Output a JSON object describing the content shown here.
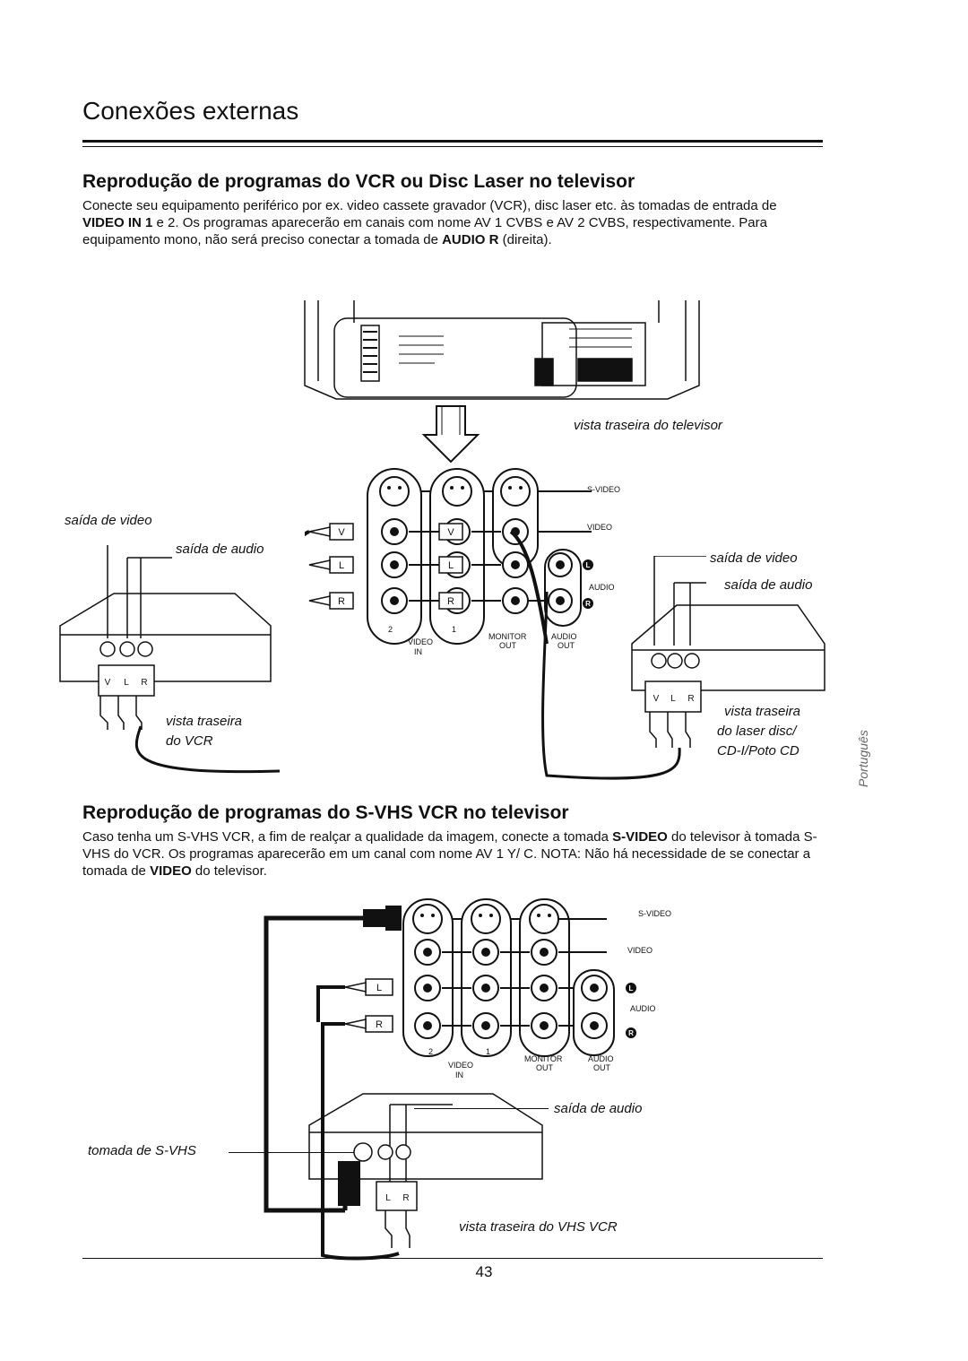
{
  "page": {
    "title": "Conexões externas",
    "page_number": "43",
    "side_mark": "Português"
  },
  "section1": {
    "heading": "Reprodução de programas do VCR ou Disc Laser no televisor",
    "p1": "Conecte seu equipamento periférico por ex. video cassete gravador (VCR), disc laser etc. às tomadas de entrada de ",
    "b1": "VIDEO IN 1",
    "p2": " e  2. Os programas aparecerão em canais com nome AV 1 CVBS e AV 2 CVBS, respectivamente. Para equipamento mono, não será preciso conectar a tomada de ",
    "b2": "AUDIO R",
    "p3": " (direita).",
    "labels": {
      "tv_rear": "vista traseira do televisor",
      "video_out_left": "saída de video",
      "audio_out_left": "saída de audio",
      "vcr_rear_1": "vista traseira",
      "vcr_rear_2": "do VCR",
      "video_out_right": "saída de video",
      "audio_out_right": "saída de audio",
      "laser_rear_1": "vista traseira",
      "laser_rear_2": "do laser disc/",
      "laser_rear_3": "CD-I/Poto CD"
    }
  },
  "section2": {
    "heading": "Reprodução de programas do S-VHS VCR no televisor",
    "p1": "Caso tenha um S-VHS VCR, a fim de realçar a qualidade da imagem, conecte a tomada ",
    "b1": "S-VIDEO",
    "p2": " do televisor à tomada S-VHS do VCR. Os programas aparecerão em um canal com nome  AV 1 Y/ C. NOTA: Não há necessidade de se conectar a tomada de ",
    "b2": "VIDEO",
    "p3": " do televisor.",
    "labels": {
      "audio_out": "saída de audio",
      "svhs_socket": "tomada de S-VHS",
      "vhs_rear": "vista traseira do VHS VCR"
    }
  },
  "panel": {
    "s_video": "S-VIDEO",
    "video": "VIDEO",
    "audio": "AUDIO",
    "num_2": "2",
    "num_1": "1",
    "video_in_1": "VIDEO",
    "video_in_2": "IN",
    "monitor_1": "MONITOR",
    "monitor_2": "OUT",
    "audio_out_1": "AUDIO",
    "audio_out_2": "OUT",
    "l_marker": "L",
    "r_marker": "R"
  },
  "plugs": {
    "v": "V",
    "l": "L",
    "r": "R"
  }
}
